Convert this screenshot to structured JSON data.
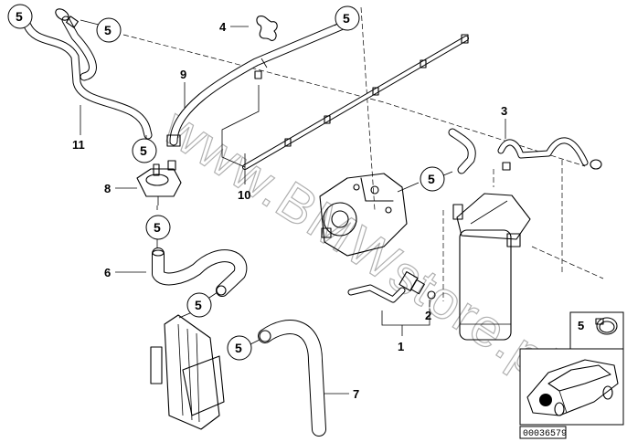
{
  "diagram": {
    "title": "Fuel cooling / fuel lines parts diagram",
    "watermark": "www.BMWstore.pl",
    "reference_number": "00036579",
    "callouts": [
      {
        "id": "c1",
        "label": "5"
      },
      {
        "id": "c2",
        "label": "5"
      },
      {
        "id": "c3",
        "label": "5"
      },
      {
        "id": "c4",
        "label": "5"
      },
      {
        "id": "c5",
        "label": "5"
      },
      {
        "id": "c6",
        "label": "5"
      },
      {
        "id": "c7",
        "label": "5"
      },
      {
        "id": "c8",
        "label": "5"
      },
      {
        "id": "c9",
        "label": "5"
      }
    ],
    "part_labels": [
      {
        "id": "p1",
        "label": "1",
        "part": "fuel line with connector"
      },
      {
        "id": "p2",
        "label": "2",
        "part": "seal ring"
      },
      {
        "id": "p3",
        "label": "3",
        "part": "fuel return line"
      },
      {
        "id": "p4",
        "label": "4",
        "part": "clip"
      },
      {
        "id": "p6",
        "label": "6",
        "part": "hose"
      },
      {
        "id": "p7",
        "label": "7",
        "part": "hose"
      },
      {
        "id": "p8",
        "label": "8",
        "part": "pressure regulator"
      },
      {
        "id": "p9",
        "label": "9",
        "part": "fuel line"
      },
      {
        "id": "p10",
        "label": "10",
        "part": "leak-off line"
      },
      {
        "id": "p11",
        "label": "11",
        "part": "hose with T-piece"
      }
    ],
    "inset": {
      "item_label": "5",
      "item_name": "hose clamp",
      "vehicle": "car-location-view"
    }
  }
}
